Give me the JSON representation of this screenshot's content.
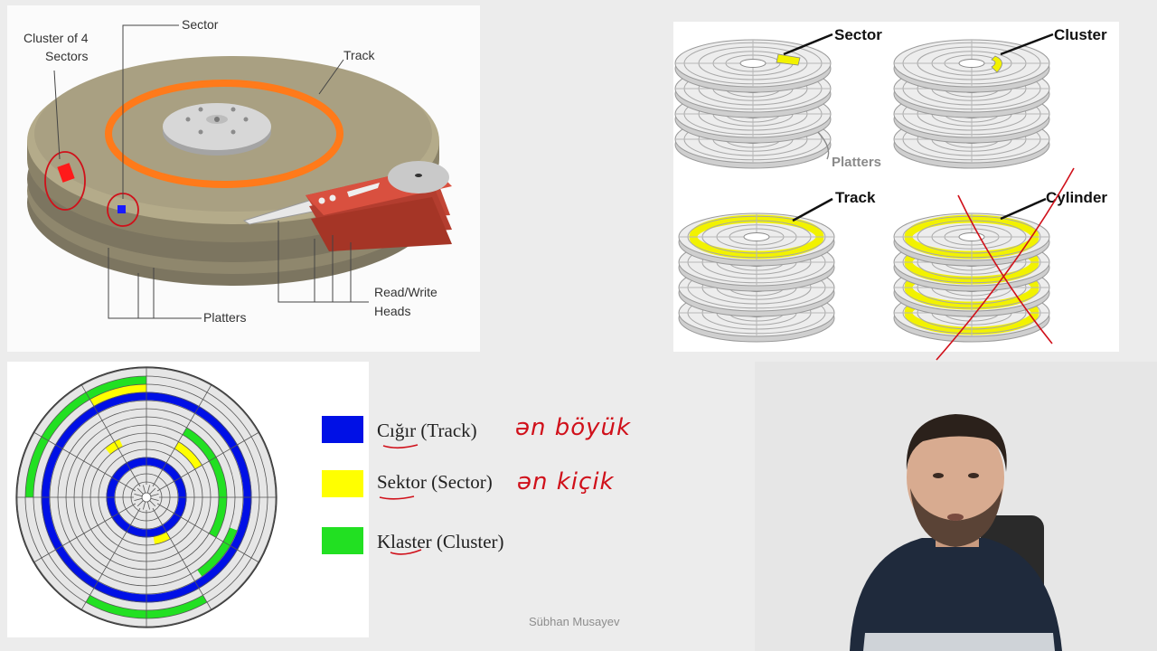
{
  "hdd_diagram": {
    "cluster_label": "Cluster of 4",
    "cluster_label2": "Sectors",
    "sector_label": "Sector",
    "track_label": "Track",
    "rw_label": "Read/Write",
    "rw_label2": "Heads",
    "platters_label": "Platters"
  },
  "platters_diagram": {
    "sector_label": "Sector",
    "cluster_label": "Cluster",
    "platters_label": "Platters",
    "track_label": "Track",
    "cylinder_label": "Cylinder"
  },
  "legend": {
    "items": [
      {
        "label": "Cığır (Track)",
        "color": "#0010e6"
      },
      {
        "label": "Sektor (Sector)",
        "color": "#ffff00"
      },
      {
        "label": "Klaster (Cluster)",
        "color": "#22e022"
      }
    ]
  },
  "annotations": {
    "track_note": "ən böyük",
    "sector_note": "ən kiçik"
  },
  "watermark": "Sübhan Musayev",
  "colors": {
    "track_orange": "#ff7a1a",
    "platter_yellow": "#f2f200",
    "pen_red": "#d0101a"
  }
}
